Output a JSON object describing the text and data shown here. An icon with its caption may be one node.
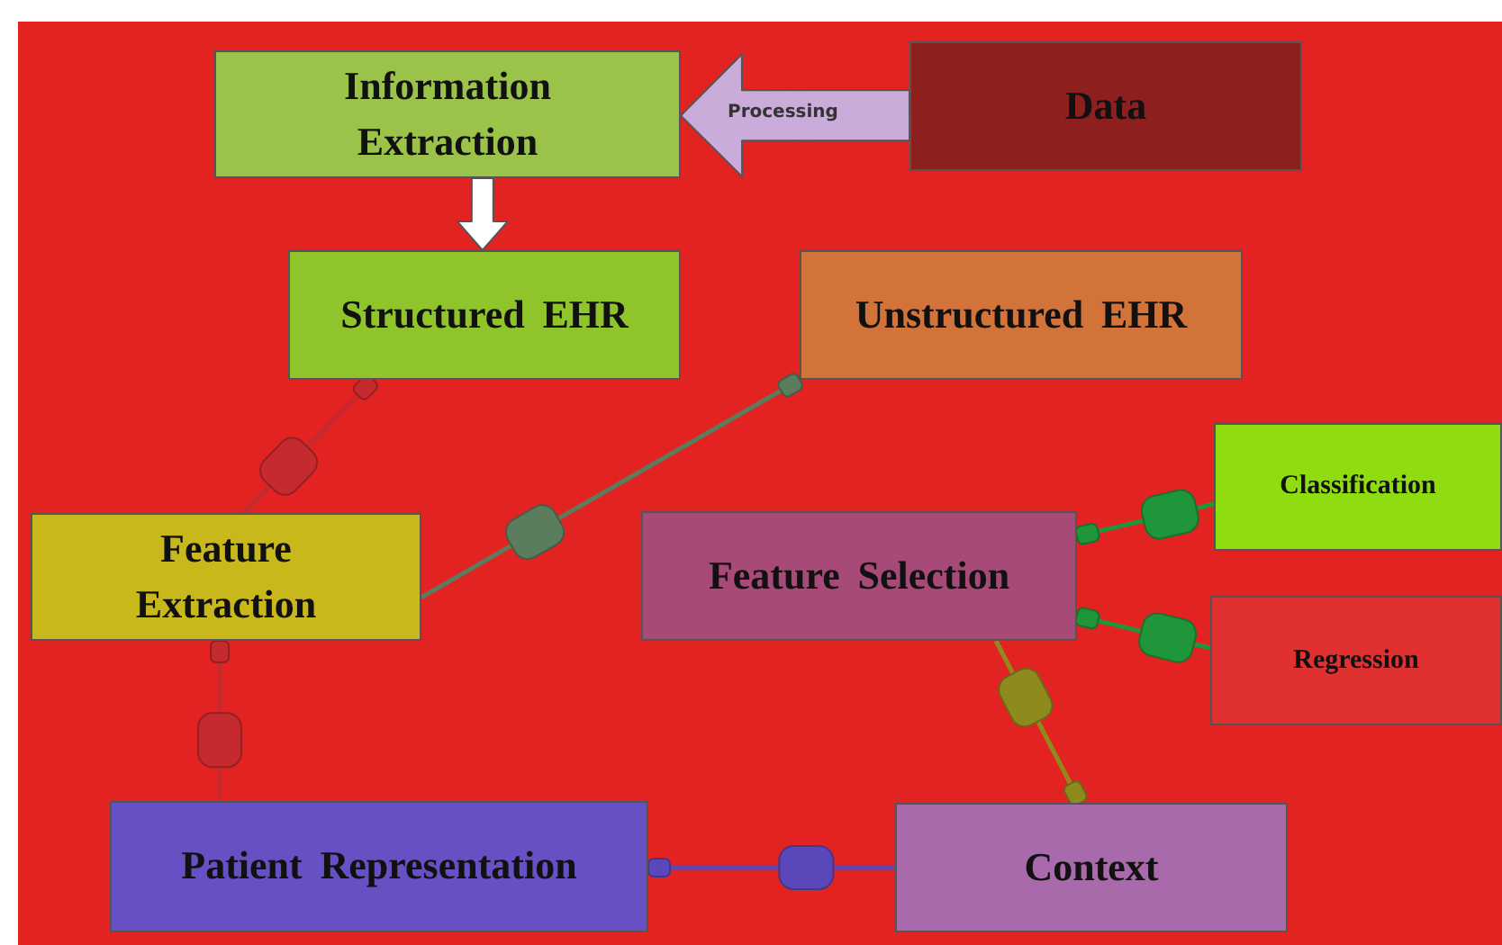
{
  "diagram": {
    "nodes": [
      {
        "text": [
          "Information Extraction"
        ]
      },
      {
        "text": [
          "Data"
        ]
      },
      {
        "text": [
          "Structured EHR"
        ]
      },
      {
        "text": [
          "Unstructured EHR"
        ]
      },
      {
        "text": [
          "Feature Extraction"
        ]
      },
      {
        "text": [
          "Feature Selection"
        ]
      },
      {
        "text": [
          "Classification"
        ]
      },
      {
        "text": [
          "Regression"
        ]
      },
      {
        "text": [
          "Patient Representation"
        ]
      },
      {
        "text": [
          "Context"
        ]
      }
    ],
    "edges": [
      {
        "from": 1,
        "to": 0,
        "arrow": "to",
        "label": "Processing",
        "style": "thick",
        "color": "#c9acd9"
      },
      {
        "from": 0,
        "to": 2,
        "arrow": "to",
        "style": "thick",
        "color": "#ffffff"
      },
      {
        "from": 2,
        "to": 4,
        "arrow": "other",
        "color": "#c42a2e"
      },
      {
        "from": 3,
        "to": 4,
        "arrow": "other",
        "color": "#5c7c5e"
      },
      {
        "from": 4,
        "to": 8,
        "arrow": "other",
        "color": "#c42a2e"
      },
      {
        "from": 8,
        "to": 9,
        "arrow": "other",
        "color": "#5b48b8"
      },
      {
        "from": 9,
        "to": 5,
        "arrow": "other",
        "color": "#8f8a1e"
      },
      {
        "from": 5,
        "to": 6,
        "arrow": "other",
        "color": "#20963a"
      },
      {
        "from": 5,
        "to": 7,
        "arrow": "other",
        "color": "#20963a"
      }
    ]
  }
}
